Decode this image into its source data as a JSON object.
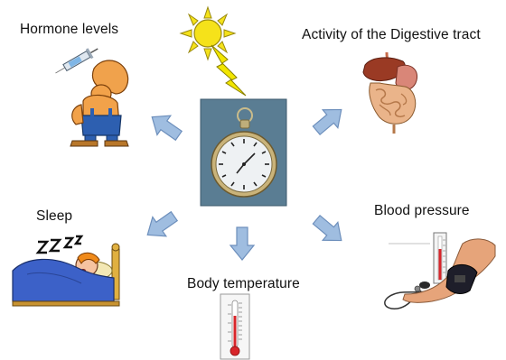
{
  "labels": {
    "hormone": "Hormone levels",
    "digestive": "Activity of the Digestive tract",
    "sleep": "Sleep",
    "blood": "Blood pressure",
    "body_temperature": "Body temperature"
  },
  "colors": {
    "arrow_fill": "#9fbde0",
    "arrow_stroke": "#6d8fbc",
    "sun": "#f5e21a",
    "lightning": "#f2e600",
    "clock_bg": "#5a7d93",
    "thermometer_red": "#d8252a",
    "blanket": "#3c61c8",
    "hair": "#f08a1a"
  },
  "icons": [
    "sun-icon",
    "lightning-bolt-icon",
    "pocket-watch-icon",
    "muscle-man-syringe-icon",
    "digestive-tract-icon",
    "sleeping-person-icon",
    "blood-pressure-cuff-icon",
    "thermometer-icon"
  ]
}
